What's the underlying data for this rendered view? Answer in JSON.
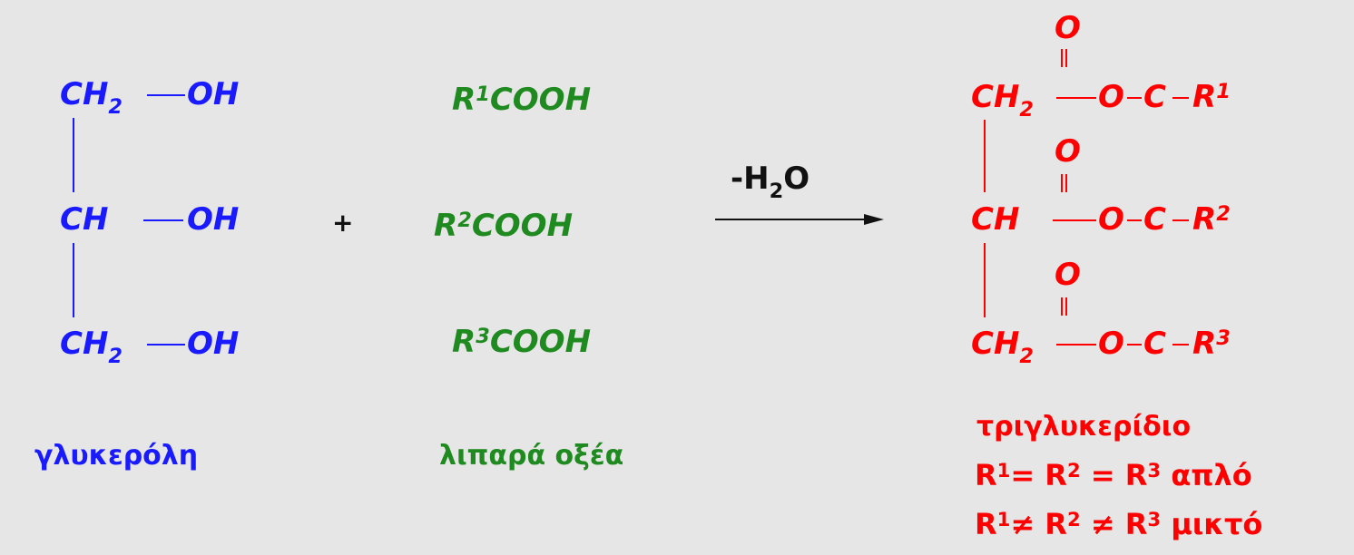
{
  "glycerol": {
    "rows": [
      {
        "left": "CH",
        "sub": "2",
        "right": "OH"
      },
      {
        "left": "CH",
        "sub": "",
        "right": "OH"
      },
      {
        "left": "CH",
        "sub": "2",
        "right": "OH"
      }
    ],
    "label": "γλυκερόλη"
  },
  "plus": "+",
  "acids": {
    "items": [
      {
        "r": "R",
        "n": "1",
        "group": "COOH"
      },
      {
        "r": "R",
        "n": "2",
        "group": "COOH"
      },
      {
        "r": "R",
        "n": "3",
        "group": "COOH"
      }
    ],
    "label": "λιπαρά οξέα"
  },
  "arrow": {
    "pre": "-H",
    "sub": "2",
    "post": "O"
  },
  "product": {
    "rows": [
      {
        "left": "CH",
        "sub": "2",
        "o": "O",
        "c": "C",
        "r": "R",
        "n": "1",
        "carbonyl": "O"
      },
      {
        "left": "CH",
        "sub": "",
        "o": "O",
        "c": "C",
        "r": "R",
        "n": "2",
        "carbonyl": "O"
      },
      {
        "left": "CH",
        "sub": "2",
        "o": "O",
        "c": "C",
        "r": "R",
        "n": "3",
        "carbonyl": "O"
      }
    ],
    "name": "τριγλυκερίδιο",
    "simple": {
      "r1": "R",
      "n1": "1",
      "op1": "=",
      "r2": "R",
      "n2": "2",
      "op2": "=",
      "r3": "R",
      "n3": "3",
      "word": "απλό"
    },
    "mixed": {
      "r1": "R",
      "n1": "1",
      "op1": "≠",
      "r2": "R",
      "n2": "2",
      "op2": "≠",
      "r3": "R",
      "n3": "3",
      "word": "μικτό"
    }
  },
  "colors": {
    "glycerol": "#1a1aff",
    "acids": "#1f8a1f",
    "product": "#ff0000",
    "arrow": "#111111",
    "background": "#e6e6e6"
  }
}
